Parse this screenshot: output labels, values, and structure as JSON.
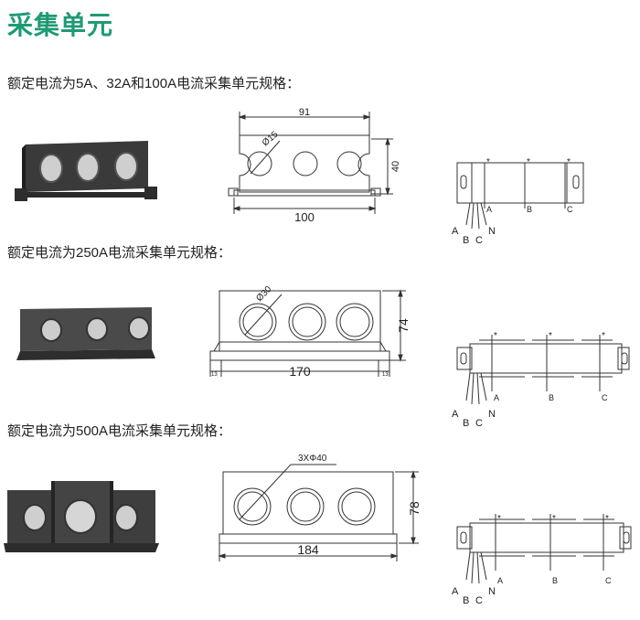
{
  "page": {
    "title": "采集单元"
  },
  "sections": [
    {
      "heading": "额定电流为5A、32A和100A电流采集单元规格：",
      "dim_width_top": "91",
      "dim_height": "40",
      "dim_width_bottom": "100",
      "hole_label": "Ø15",
      "phases": [
        "A",
        "B",
        "C"
      ],
      "wires": [
        "A",
        "B",
        "C",
        "N"
      ],
      "star": "*"
    },
    {
      "heading": "额定电流为250A电流采集单元规格：",
      "dim_height": "74",
      "dim_width_bottom": "170",
      "hole_label": "Ø30",
      "foot_left": "13",
      "foot_right": "13",
      "phases": [
        "A",
        "B",
        "C"
      ],
      "wires": [
        "A",
        "B",
        "C",
        "N"
      ],
      "star": "*"
    },
    {
      "heading": "额定电流为500A电流采集单元规格：",
      "dim_height": "78",
      "dim_width_bottom": "184",
      "hole_label": "3XΦ40",
      "phases": [
        "A",
        "B",
        "C"
      ],
      "wires": [
        "A",
        "B",
        "C",
        "N"
      ],
      "star": "*"
    }
  ]
}
